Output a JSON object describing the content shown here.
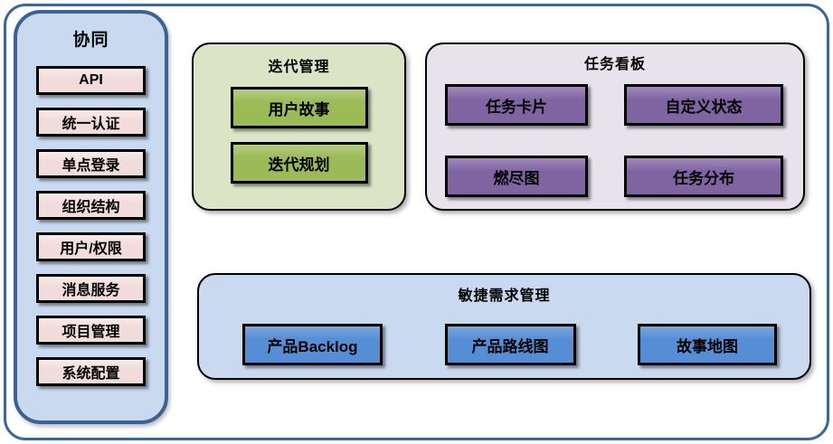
{
  "sidebar": {
    "title": "协同",
    "items": [
      "API",
      "统一认证",
      "单点登录",
      "组织结构",
      "用户/权限",
      "消息服务",
      "项目管理",
      "系统配置"
    ]
  },
  "panels": {
    "iteration": {
      "title": "迭代管理",
      "items": [
        "用户故事",
        "迭代规划"
      ]
    },
    "kanban": {
      "title": "任务看板",
      "items": [
        "任务卡片",
        "自定义状态",
        "燃尽图",
        "任务分布"
      ]
    },
    "agile": {
      "title": "敏捷需求管理",
      "items": [
        "产品Backlog",
        "产品路线图",
        "故事地图"
      ]
    }
  },
  "colors": {
    "frame_border": "#3d6699",
    "sidebar_fill": "#c9d9f0",
    "sidebar_item_fill": "#f2dcdb",
    "iteration_panel_fill": "#dbe5c5",
    "iteration_card_fill": "#9bbb59",
    "kanban_panel_fill": "#e7e2ec",
    "kanban_card_fill": "#8064a2",
    "agile_panel_fill": "#c9d9f0",
    "agile_card_fill": "#558ed5",
    "card_border": "#000000",
    "text": "#000000"
  }
}
